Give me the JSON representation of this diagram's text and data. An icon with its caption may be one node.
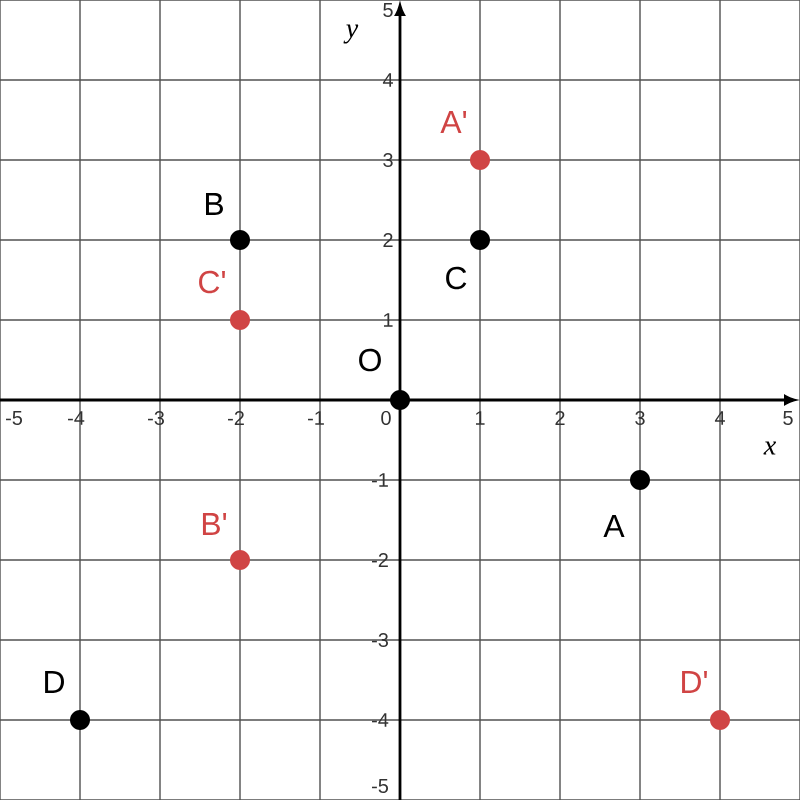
{
  "diagram": {
    "nodes": [
      {
        "text": [],
        "shape": "circle",
        "beside": [
          "O"
        ]
      },
      {
        "text": [],
        "shape": "circle",
        "beside": [
          "A"
        ]
      },
      {
        "text": [],
        "shape": "circle",
        "beside": [
          "B"
        ]
      },
      {
        "text": [],
        "shape": "circle",
        "beside": [
          "C"
        ]
      },
      {
        "text": [],
        "shape": "circle",
        "beside": [
          "D"
        ]
      },
      {
        "text": [],
        "shape": "circle",
        "beside": [
          "A'"
        ]
      },
      {
        "text": [],
        "shape": "circle",
        "beside": [
          "B'"
        ]
      },
      {
        "text": [],
        "shape": "circle",
        "beside": [
          "C'"
        ]
      },
      {
        "text": [],
        "shape": "circle",
        "beside": [
          "D'"
        ]
      }
    ],
    "labels": [
      "5",
      "y",
      "4",
      "3",
      "2",
      "1",
      "-5",
      "-4",
      "-3",
      "-2",
      "-1",
      "0",
      "1",
      "2",
      "3",
      "4",
      "5",
      "x",
      "-1",
      "-2",
      "-3",
      "-4",
      "-5"
    ]
  }
}
